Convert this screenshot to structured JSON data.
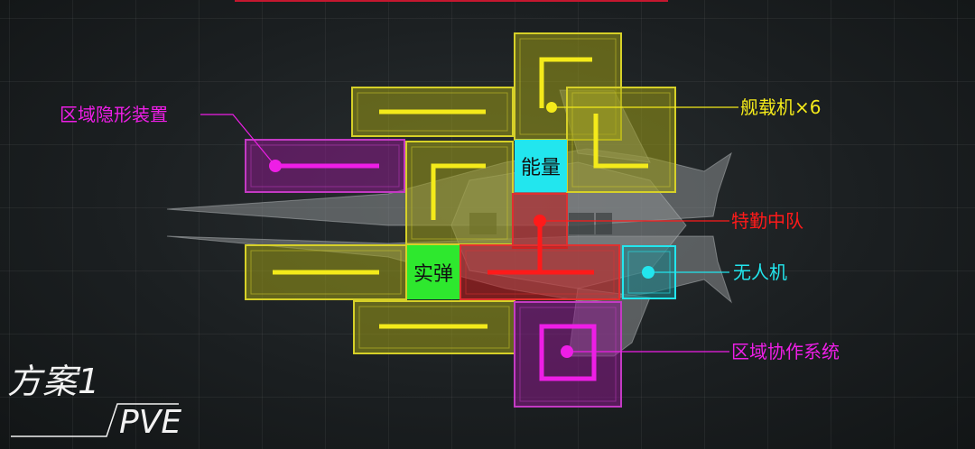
{
  "plan": {
    "title": "方案1",
    "mode": "PVE"
  },
  "labels": {
    "stealth": "区域隐形装置",
    "carrier": "舰载机×6",
    "special": "特勤中队",
    "drone": "无人机",
    "coop": "区域协作系统"
  },
  "tags": {
    "energy": "能量",
    "ammo": "实弹"
  },
  "colors": {
    "yellow": "#f4ea1a",
    "magenta": "#ee1ee6",
    "red": "#ff1a1a",
    "cyan": "#22e6ee",
    "green": "#2ee82e",
    "accent_bar": "#c5172f"
  }
}
